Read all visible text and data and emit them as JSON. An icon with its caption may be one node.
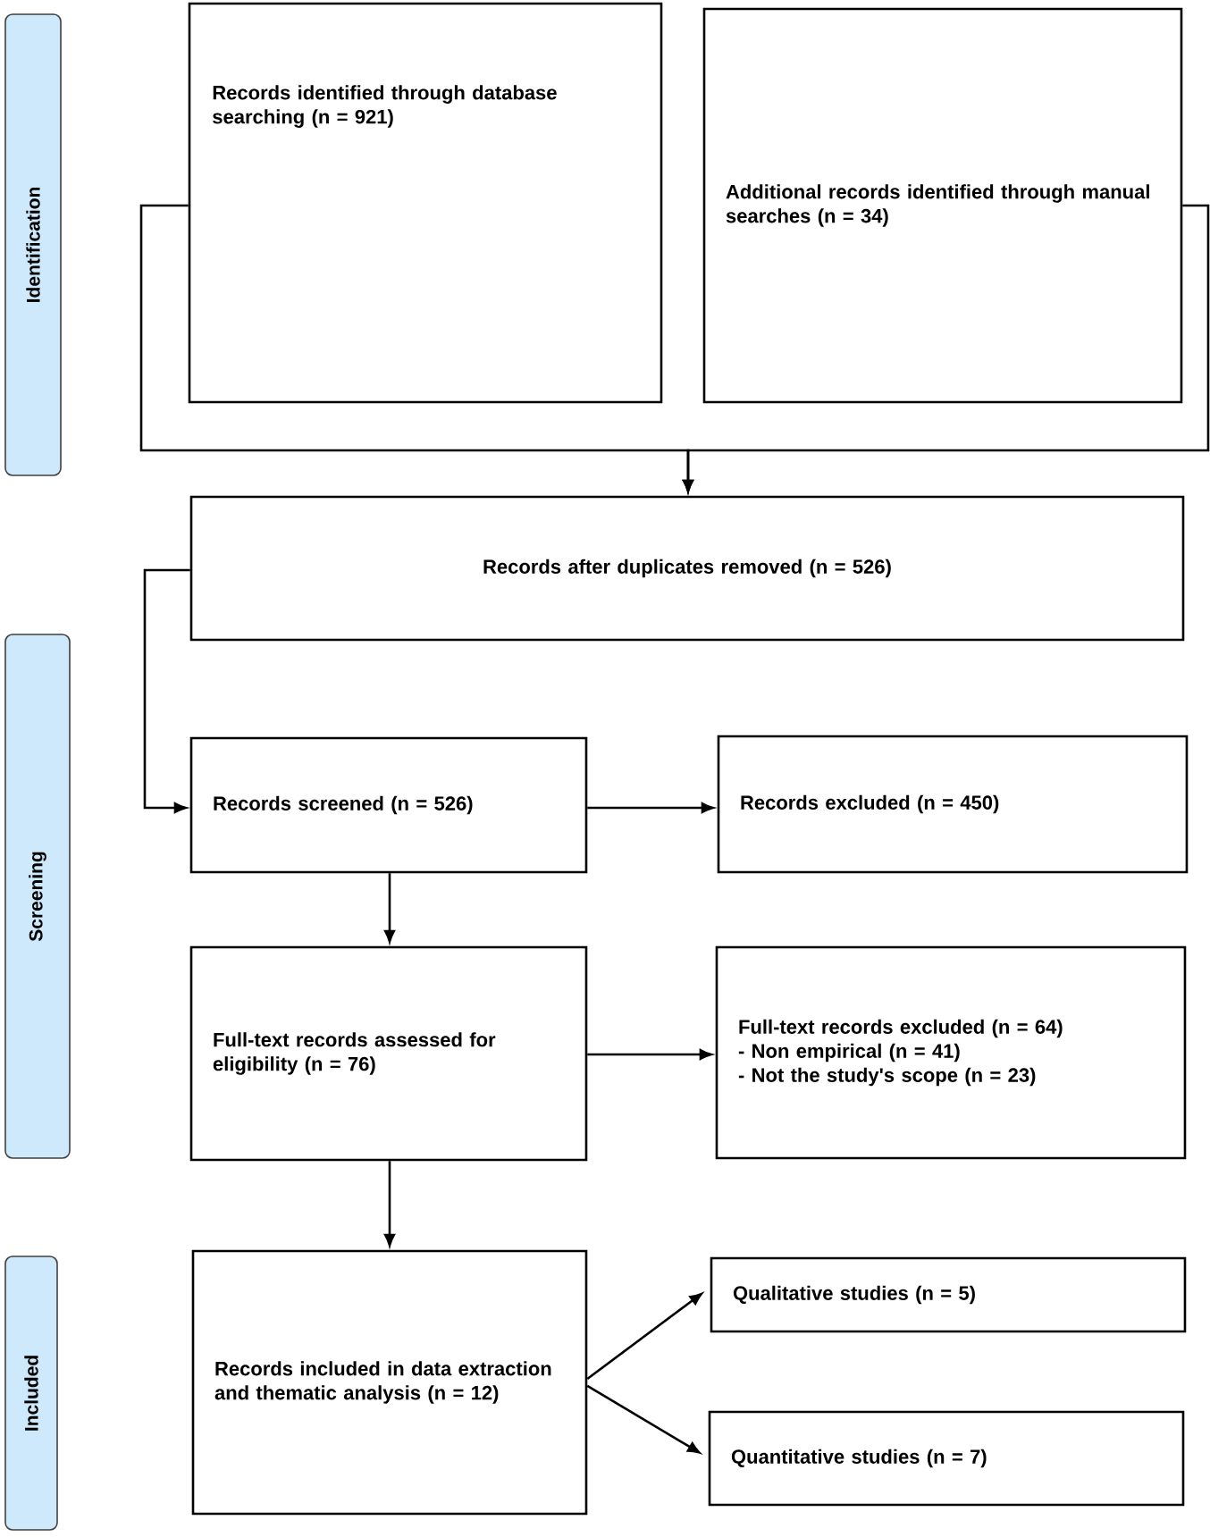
{
  "diagram": {
    "nodes": [
      {
        "text": [
          "Identification"
        ]
      },
      {
        "text": [
          "Records identified through database searching (n = 921)"
        ]
      },
      {
        "text": [
          "Additional records identified through manual searches (n = 34)"
        ]
      },
      {
        "text": [
          "Records after duplicates removed (n = 526)"
        ]
      },
      {
        "text": [
          "Screening"
        ]
      },
      {
        "text": [
          "Records screened (n = 526)"
        ]
      },
      {
        "text": [
          "Records excluded (n = 450)"
        ]
      },
      {
        "text": [
          "Full-text records assessed for eligibility (n = 76)"
        ]
      },
      {
        "text": [
          "Full-text records excluded (n = 64)",
          "- Non empirical (n = 41)",
          "- Not the study's scope (n = 23)"
        ]
      },
      {
        "text": [
          "Included"
        ]
      },
      {
        "text": [
          "Records  included in data extraction and thematic analysis (n = 12)"
        ]
      },
      {
        "text": [
          "Qualitative studies (n = 5)"
        ]
      },
      {
        "text": [
          "Quantitative studies (n = 7)"
        ]
      }
    ],
    "edges": [
      {
        "from": 1,
        "to": 3,
        "arrow": "to"
      },
      {
        "from": 2,
        "to": 3,
        "arrow": "to"
      },
      {
        "from": 3,
        "to": 5,
        "arrow": "to"
      },
      {
        "from": 5,
        "to": 6,
        "arrow": "to"
      },
      {
        "from": 5,
        "to": 7,
        "arrow": "to"
      },
      {
        "from": 7,
        "to": 8,
        "arrow": "to"
      },
      {
        "from": 7,
        "to": 10,
        "arrow": "to"
      },
      {
        "from": 10,
        "to": 11,
        "arrow": "to"
      },
      {
        "from": 10,
        "to": 12,
        "arrow": "to"
      }
    ]
  }
}
